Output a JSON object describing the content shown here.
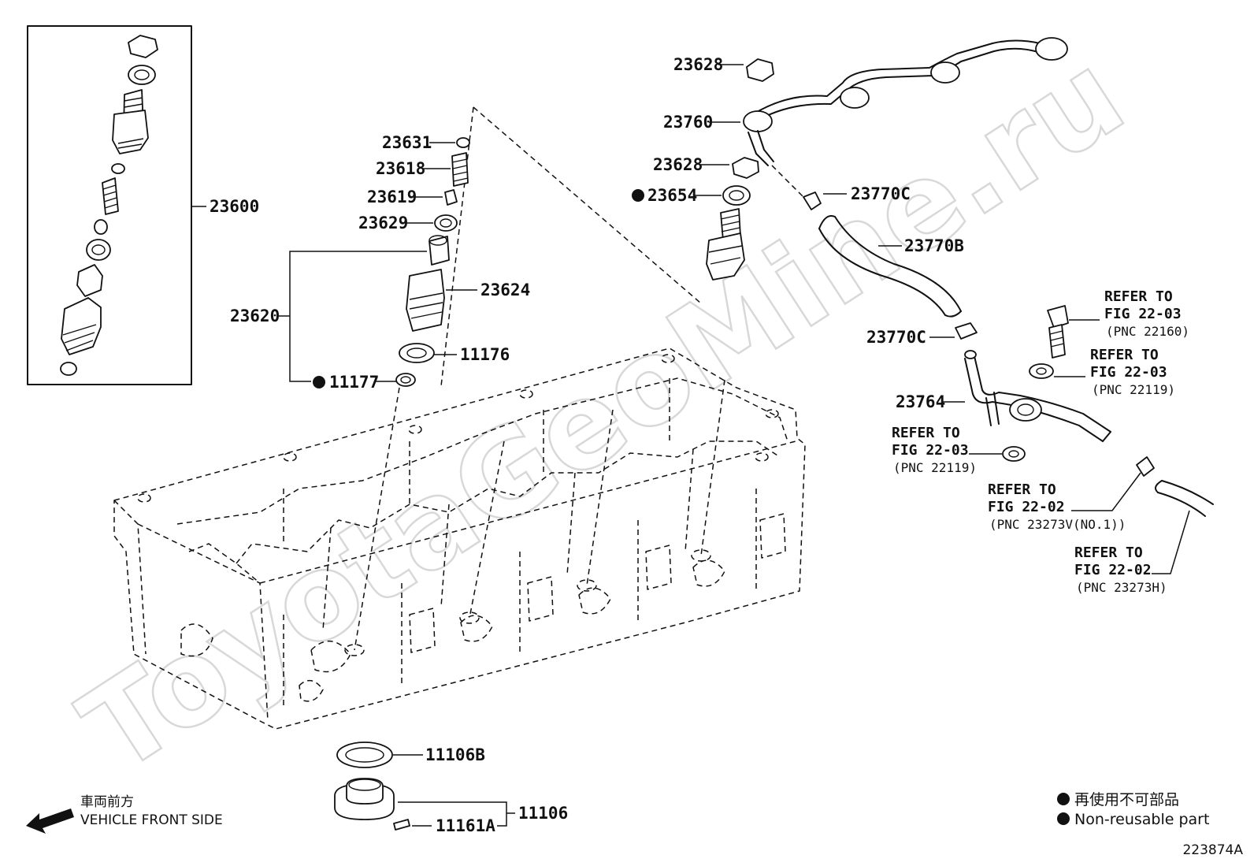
{
  "watermark": "ToyotaGeoMine.ru",
  "parts": {
    "p23600": "23600",
    "p23631": "23631",
    "p23618": "23618",
    "p23619": "23619",
    "p23629": "23629",
    "p23624": "23624",
    "p23620": "23620",
    "p11176": "11176",
    "p11177": "11177",
    "p23628a": "23628",
    "p23760": "23760",
    "p23628b": "23628",
    "p23654": "23654",
    "p23770c_a": "23770C",
    "p23770b": "23770B",
    "p23770c_b": "23770C",
    "p23764": "23764",
    "p11106b": "11106B",
    "p11106": "11106",
    "p11161a": "11161A"
  },
  "refs": {
    "r1": {
      "l1": "REFER TO",
      "l2": "FIG 22-03",
      "pnc": "(PNC 22160)"
    },
    "r2": {
      "l1": "REFER TO",
      "l2": "FIG 22-03",
      "pnc": "(PNC 22119)"
    },
    "r3": {
      "l1": "REFER TO",
      "l2": "FIG 22-03",
      "pnc": "(PNC 22119)"
    },
    "r4": {
      "l1": "REFER TO",
      "l2": "FIG 22-02",
      "pnc": "(PNC 23273V(NO.1))"
    },
    "r5": {
      "l1": "REFER TO",
      "l2": "FIG 22-02",
      "pnc": "(PNC 23273H)"
    }
  },
  "direction": {
    "jp": "車両前方",
    "en": "VEHICLE FRONT SIDE"
  },
  "legend": {
    "jp": "再使用不可部品",
    "en": "Non-reusable part"
  },
  "figure_id": "223874A"
}
